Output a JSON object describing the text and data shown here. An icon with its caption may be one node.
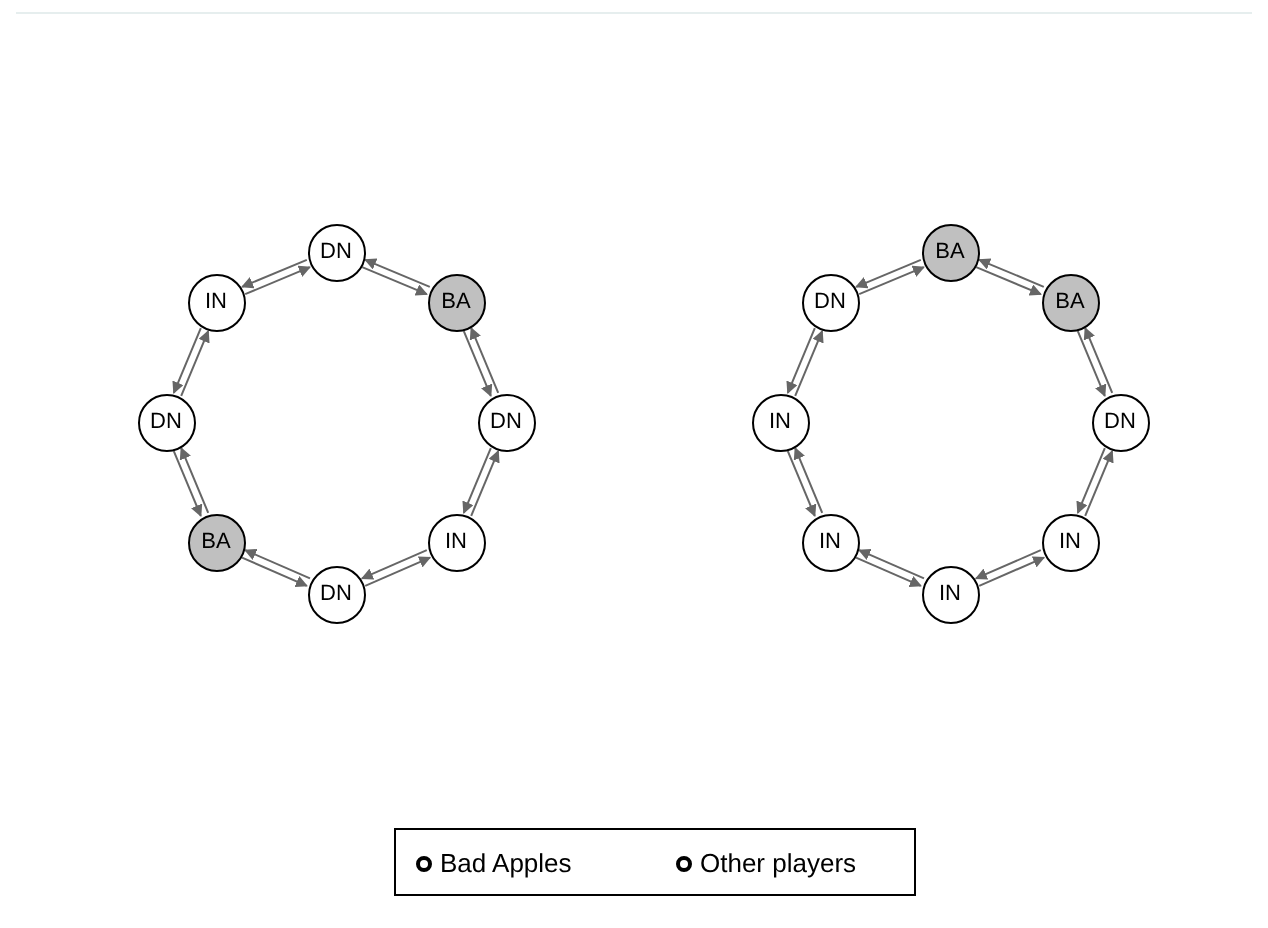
{
  "diagram": {
    "nodes": [
      {
        "text": [
          "DN"
        ]
      },
      {
        "text": [
          "BA"
        ]
      },
      {
        "text": [
          "DN"
        ]
      },
      {
        "text": [
          "IN"
        ]
      },
      {
        "text": [
          "DN"
        ]
      },
      {
        "text": [
          "BA"
        ]
      },
      {
        "text": [
          "DN"
        ]
      },
      {
        "text": [
          "IN"
        ]
      },
      {
        "text": [
          "BA"
        ]
      },
      {
        "text": [
          "BA"
        ]
      },
      {
        "text": [
          "DN"
        ]
      },
      {
        "text": [
          "IN"
        ]
      },
      {
        "text": [
          "IN"
        ]
      },
      {
        "text": [
          "IN"
        ]
      },
      {
        "text": [
          "IN"
        ]
      },
      {
        "text": [
          "DN"
        ]
      }
    ],
    "edges": [
      {
        "from": 0,
        "to": 1,
        "arrow": "to"
      },
      {
        "from": 1,
        "to": 0,
        "arrow": "to"
      },
      {
        "from": 1,
        "to": 2,
        "arrow": "to"
      },
      {
        "from": 2,
        "to": 1,
        "arrow": "to"
      },
      {
        "from": 2,
        "to": 3,
        "arrow": "to"
      },
      {
        "from": 3,
        "to": 2,
        "arrow": "to"
      },
      {
        "from": 3,
        "to": 4,
        "arrow": "to"
      },
      {
        "from": 4,
        "to": 3,
        "arrow": "to"
      },
      {
        "from": 4,
        "to": 5,
        "arrow": "to"
      },
      {
        "from": 5,
        "to": 4,
        "arrow": "to"
      },
      {
        "from": 5,
        "to": 6,
        "arrow": "to"
      },
      {
        "from": 6,
        "to": 5,
        "arrow": "to"
      },
      {
        "from": 6,
        "to": 7,
        "arrow": "to"
      },
      {
        "from": 7,
        "to": 6,
        "arrow": "to"
      },
      {
        "from": 7,
        "to": 0,
        "arrow": "to"
      },
      {
        "from": 0,
        "to": 7,
        "arrow": "to"
      },
      {
        "from": 8,
        "to": 9,
        "arrow": "to"
      },
      {
        "from": 9,
        "to": 8,
        "arrow": "to"
      },
      {
        "from": 9,
        "to": 10,
        "arrow": "to"
      },
      {
        "from": 10,
        "to": 9,
        "arrow": "to"
      },
      {
        "from": 10,
        "to": 11,
        "arrow": "to"
      },
      {
        "from": 11,
        "to": 10,
        "arrow": "to"
      },
      {
        "from": 11,
        "to": 12,
        "arrow": "to"
      },
      {
        "from": 12,
        "to": 11,
        "arrow": "to"
      },
      {
        "from": 12,
        "to": 13,
        "arrow": "to"
      },
      {
        "from": 13,
        "to": 12,
        "arrow": "to"
      },
      {
        "from": 13,
        "to": 14,
        "arrow": "to"
      },
      {
        "from": 14,
        "to": 13,
        "arrow": "to"
      },
      {
        "from": 14,
        "to": 15,
        "arrow": "to"
      },
      {
        "from": 15,
        "to": 14,
        "arrow": "to"
      },
      {
        "from": 15,
        "to": 8,
        "arrow": "to"
      },
      {
        "from": 8,
        "to": 15,
        "arrow": "to"
      }
    ],
    "legend": [
      {
        "text": "Bad Apples"
      },
      {
        "text": "Other players"
      }
    ]
  }
}
